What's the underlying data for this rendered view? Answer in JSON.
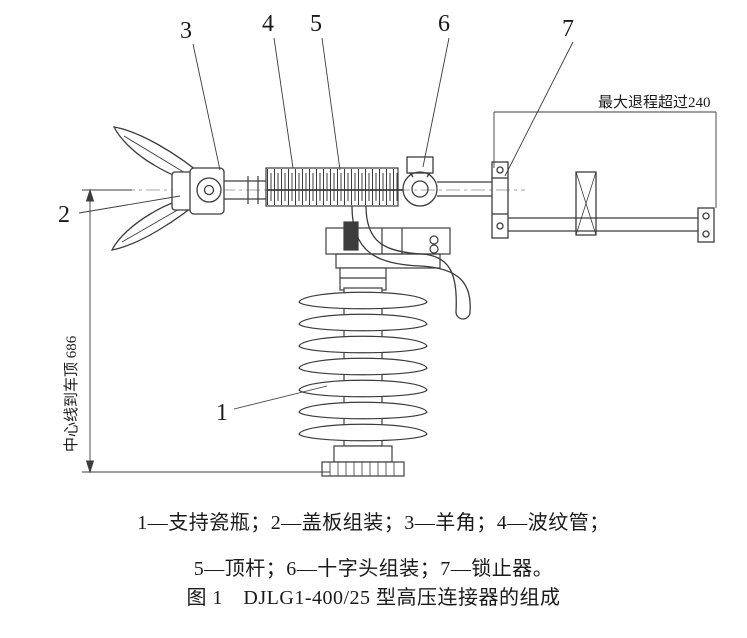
{
  "diagram": {
    "part_labels": {
      "1": "1",
      "2": "2",
      "3": "3",
      "4": "4",
      "5": "5",
      "6": "6",
      "7": "7"
    },
    "dimension_top": "最大退程超过240",
    "dimension_left": "中心线到车顶 686",
    "legend_line1": "1—支持瓷瓶；2—盖板组装；3—羊角；4—波纹管；",
    "legend_line2": "5—顶杆；6—十字头组装；7—锁止器。",
    "figure_title": "图 1　DJLG1-400/25 型高压连接器的组成"
  }
}
